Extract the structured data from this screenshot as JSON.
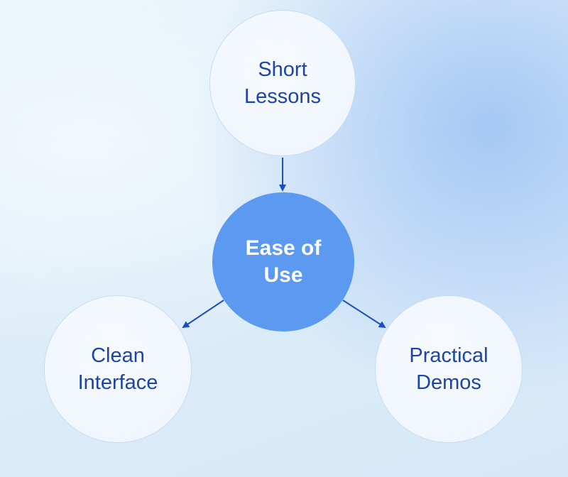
{
  "nodes": {
    "top": {
      "line1": "Short",
      "line2": "Lessons"
    },
    "center": {
      "line1": "Ease of",
      "line2": "Use"
    },
    "left": {
      "line1": "Clean",
      "line2": "Interface"
    },
    "right": {
      "line1": "Practical",
      "line2": "Demos"
    }
  },
  "colors": {
    "center_fill": "#5b9af0",
    "arrow": "#1a4fc4",
    "text": "#1d45a8"
  }
}
